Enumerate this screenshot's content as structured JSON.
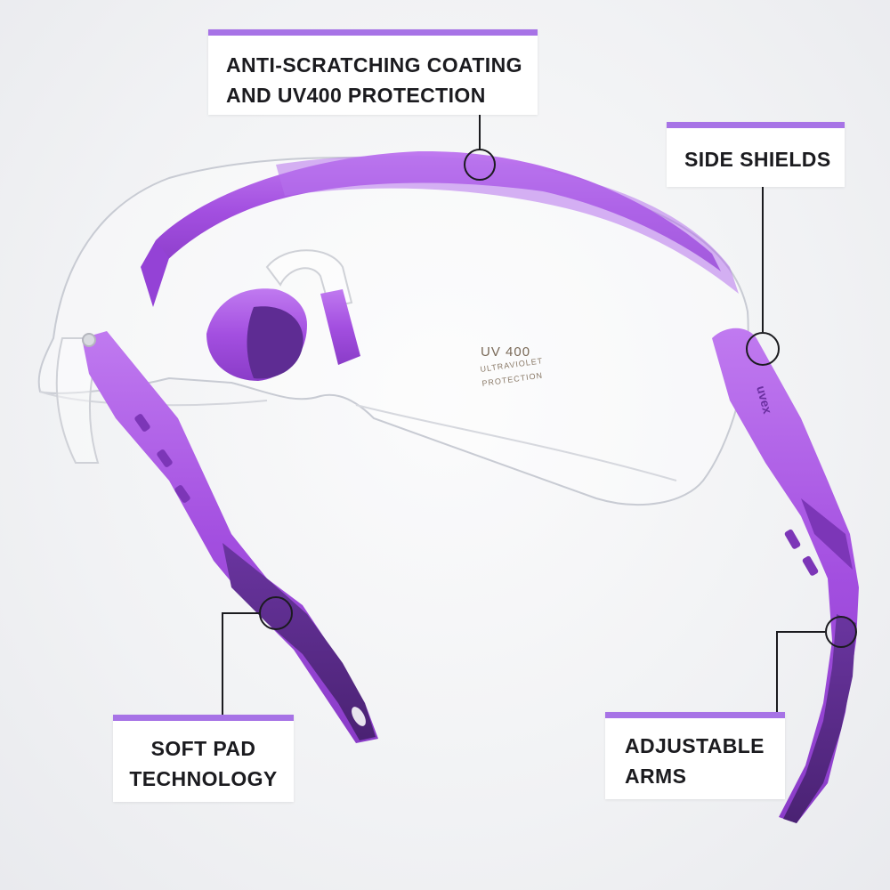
{
  "callouts": {
    "coating": {
      "line1": "ANTI-SCRATCHING COATING",
      "line2": "AND UV400 PROTECTION"
    },
    "side_shields": {
      "line1": "SIDE SHIELDS"
    },
    "soft_pad": {
      "line1": "SOFT PAD",
      "line2": "TECHNOLOGY"
    },
    "adjustable_arms": {
      "line1": "ADJUSTABLE",
      "line2": "ARMS"
    }
  },
  "lens_print": {
    "main": "UV 400",
    "arc_line1": "ULTRAVIOLET",
    "arc_line2": "PROTECTION"
  },
  "temple_logo": "uvex",
  "colors": {
    "frame_purple": "#a34fe0",
    "dark_purple": "#5b2a8f",
    "accent_bar": "#a773e6"
  }
}
